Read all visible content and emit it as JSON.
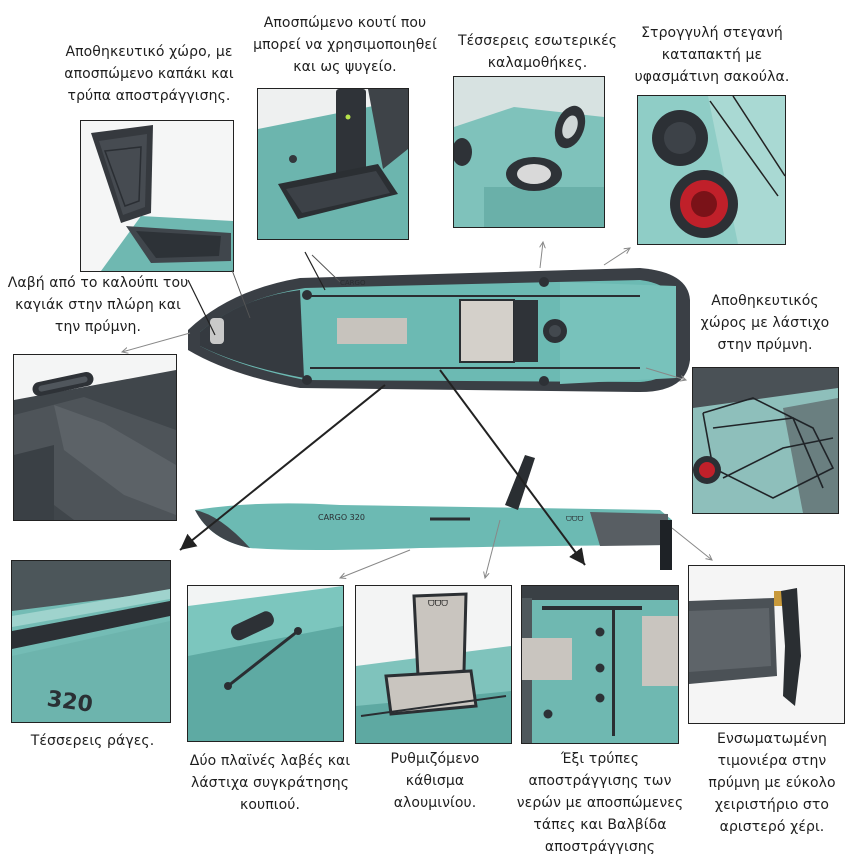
{
  "captions": {
    "storage_bow": "Αποθηκευτικό χώρο, με αποσπώμενο καπάκι και τρύπα αποστράγγισης.",
    "removable_box": "Αποσπώμενο κουτί που μπορεί να χρησιμοποιηθεί και ως ψυγείο.",
    "rod_holders": "Τέσσερεις εσωτερικές καλαμοθήκες.",
    "round_hatch": "Στρογγυλή στεγανή καταπακτή με υφασμάτινη σακούλα.",
    "mold_handle": "Λαβή από το καλούπι του καγιάκ στην πλώρη και την πρύμνη.",
    "stern_storage": "Αποθηκευτικός χώρος με λάστιχο στην πρύμνη.",
    "rails": "Τέσσερεις ράγες.",
    "side_handles": "Δύο πλαϊνές λαβές και λάστιχα συγκράτησης κουπιού.",
    "seat": "Ρυθμιζόμενο κάθισμα αλουμινίου.",
    "scupper": "Έξι τρύπες αποστράγγισης των νερών με αποσπώμενες τάπες και Βαλβίδα αποστράγγισης",
    "rudder": "Ενσωματωμένη τιμονιέρα στην πρύμνη με εύκολο χειριστήριο στο αριστερό χέρι."
  },
  "hull_text": {
    "top_model": "CARGO",
    "side_model": "CARGO 320",
    "rail_number": "320",
    "logo": "ᗜᗜᗜ"
  },
  "colors": {
    "hull_teal": "#5fb3ad",
    "hull_dark": "#3a3f45",
    "seat_grey": "#c9c5bf",
    "hatch_red": "#c0202a",
    "line": "#222222",
    "pointer": "#888888"
  }
}
